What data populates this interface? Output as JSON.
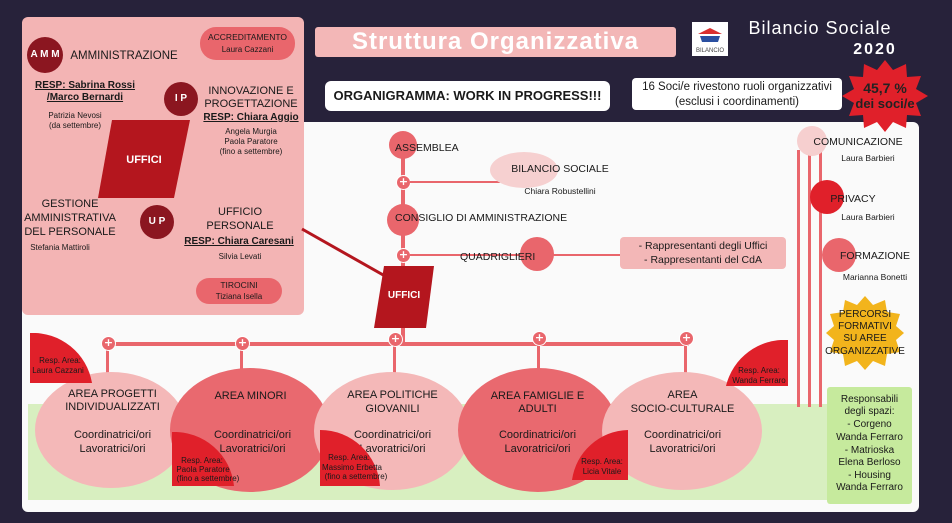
{
  "header": {
    "title": "Struttura Organizzativa",
    "logo_text": "BILANCIO",
    "brand_title": "Bilancio Sociale",
    "year": "2020",
    "banner": "ORGANIGRAMMA: WORK IN PROGRESS!!!",
    "stats_line1": "16 Soci/e rivestono ruoli organizzativi",
    "stats_line2": "(esclusi i coordinamenti)",
    "badge_line1": "45,7 %",
    "badge_line2": "dei soci/e"
  },
  "offices": {
    "accreditamento": {
      "title": "ACCREDITAMENTO",
      "name": "Laura Cazzani"
    },
    "amm": {
      "badge": "A M M",
      "title": "AMMINISTRAZIONE",
      "resp1": "RESP: Sabrina Rossi",
      "resp2": "/Marco Bernardi",
      "staff1": "Patrizia Nevosi",
      "staff2": "(da settembre)"
    },
    "ip": {
      "badge": "I P",
      "title1": "INNOVAZIONE E",
      "title2": "PROGETTAZIONE",
      "resp": "RESP: Chiara Aggio",
      "staff1": "Angela Murgia",
      "staff2": "Paola Paratore",
      "staff3": "(fino a settembre)"
    },
    "uffici_label": "UFFICI",
    "gestione": {
      "l1": "GESTIONE",
      "l2": "AMMINISTRATIVA",
      "l3": "DEL PERSONALE",
      "name": "Stefania Mattiroli"
    },
    "up": {
      "badge": "U P",
      "title1": "UFFICIO",
      "title2": "PERSONALE",
      "resp": "RESP: Chiara Caresani",
      "staff": "Silvia Levati"
    },
    "tirocini": {
      "title": "TIROCINI",
      "name": "Tiziana Isella"
    }
  },
  "governance": {
    "assemblea": "ASSEMBLEA",
    "bilancio_title": "BILANCIO SOCIALE",
    "bilancio_name": "Chiara Robustellini",
    "cda": "CONSIGLIO  DI AMMINISTRAZIONE",
    "quadriglieri": "QUADRIGLIERI",
    "quad_note1": "- Rappresentanti degli Uffici",
    "quad_note2": "- Rappresentanti del CdA",
    "uffici_center": "UFFICI",
    "plus": "+"
  },
  "side": {
    "comunicazione": {
      "title": "COMUNICAZIONE",
      "name": "Laura Barbieri"
    },
    "privacy": {
      "title": "PRIVACY",
      "name": "Laura Barbieri"
    },
    "formazione": {
      "title": "FORMAZIONE",
      "name": "Marianna Bonetti"
    },
    "percorsi": {
      "l1": "PERCORSI",
      "l2": "FORMATIVI",
      "l3": "SU AREE",
      "l4": "ORGANIZZATIVE"
    },
    "spazi": {
      "l1": "Responsabili",
      "l2": "degli spazi:",
      "l3": "- Corgeno",
      "l4": "Wanda Ferraro",
      "l5": "- Matrioska",
      "l6": "Elena Berloso",
      "l7": "- Housing",
      "l8": "Wanda Ferraro"
    }
  },
  "areas": [
    {
      "t1": "AREA PROGETTI",
      "t2": "INDIVIDUALIZZATI",
      "c1": "Coordinatrici/ori",
      "c2": "Lavoratrici/ori"
    },
    {
      "t1": "AREA MINORI",
      "t2": "",
      "c1": "Coordinatrici/ori",
      "c2": "Lavoratrici/ori"
    },
    {
      "t1": "AREA POLITICHE",
      "t2": "GIOVANILI",
      "c1": "Coordinatrici/ori",
      "c2": "Lavoratrici/ori"
    },
    {
      "t1": "AREA FAMIGLIE E",
      "t2": "ADULTI",
      "c1": "Coordinatrici/ori",
      "c2": "Lavoratrici/ori"
    },
    {
      "t1": "AREA",
      "t2": "SOCIO-CULTURALE",
      "c1": "Coordinatrici/ori",
      "c2": "Lavoratrici/ori"
    }
  ],
  "resp_areas": [
    {
      "l1": "Resp. Area:",
      "l2": "Laura Cazzani",
      "l3": ""
    },
    {
      "l1": "Resp. Area:",
      "l2": "Wanda Ferraro",
      "l3": ""
    },
    {
      "l1": "Resp. Area:",
      "l2": "Paola Paratore",
      "l3": "(fino a settembre)"
    },
    {
      "l1": "Resp. Area:",
      "l2": "Massimo Erbetta",
      "l3": "(fino a settembre)"
    },
    {
      "l1": "Resp. Area:",
      "l2": "Licia Vitale",
      "l3": ""
    }
  ],
  "colors": {
    "dark": "#8b1620",
    "pink": "#e9666c",
    "light": "#f3b7b7",
    "green": "#d8efc0",
    "badge": "#e0202a",
    "bg": "#27223a"
  }
}
